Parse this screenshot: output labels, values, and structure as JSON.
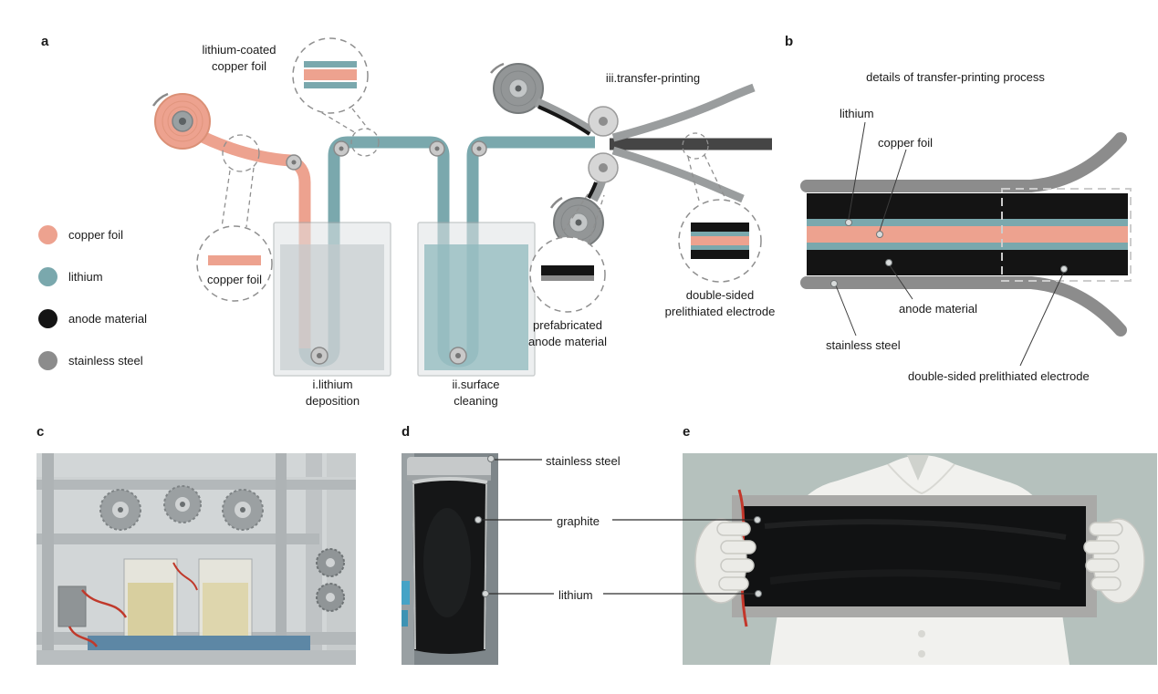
{
  "colors": {
    "copper_foil": "#EDA28F",
    "lithium": "#7AA8AD",
    "anode_material": "#141414",
    "stainless_steel": "#8C8C8C"
  },
  "panel_a": {
    "letter": "a",
    "legend": [
      {
        "label": "copper foil"
      },
      {
        "label": "lithium"
      },
      {
        "label": "anode material"
      },
      {
        "label": "stainless steel"
      }
    ],
    "callout_copper_foil": "copper foil",
    "callout_lithium_coated": "lithium-coated copper foil",
    "callout_prefabricated": "prefabricated anode material",
    "callout_double_sided": "double-sided prelithiated electrode",
    "step_deposition": "i.lithium deposition",
    "step_cleaning": "ii.surface cleaning",
    "step_transfer": "iii.transfer-printing"
  },
  "panel_b": {
    "letter": "b",
    "title": "details of transfer-printing process",
    "label_lithium": "lithium",
    "label_copper_foil": "copper foil",
    "label_anode": "anode material",
    "label_steel": "stainless steel",
    "label_double_sided": "double-sided prelithiated electrode"
  },
  "panel_c": {
    "letter": "c"
  },
  "panel_d": {
    "letter": "d"
  },
  "panel_e": {
    "letter": "e"
  },
  "photo_annotations": {
    "stainless_steel": "stainless steel",
    "graphite": "graphite",
    "lithium": "lithium"
  }
}
